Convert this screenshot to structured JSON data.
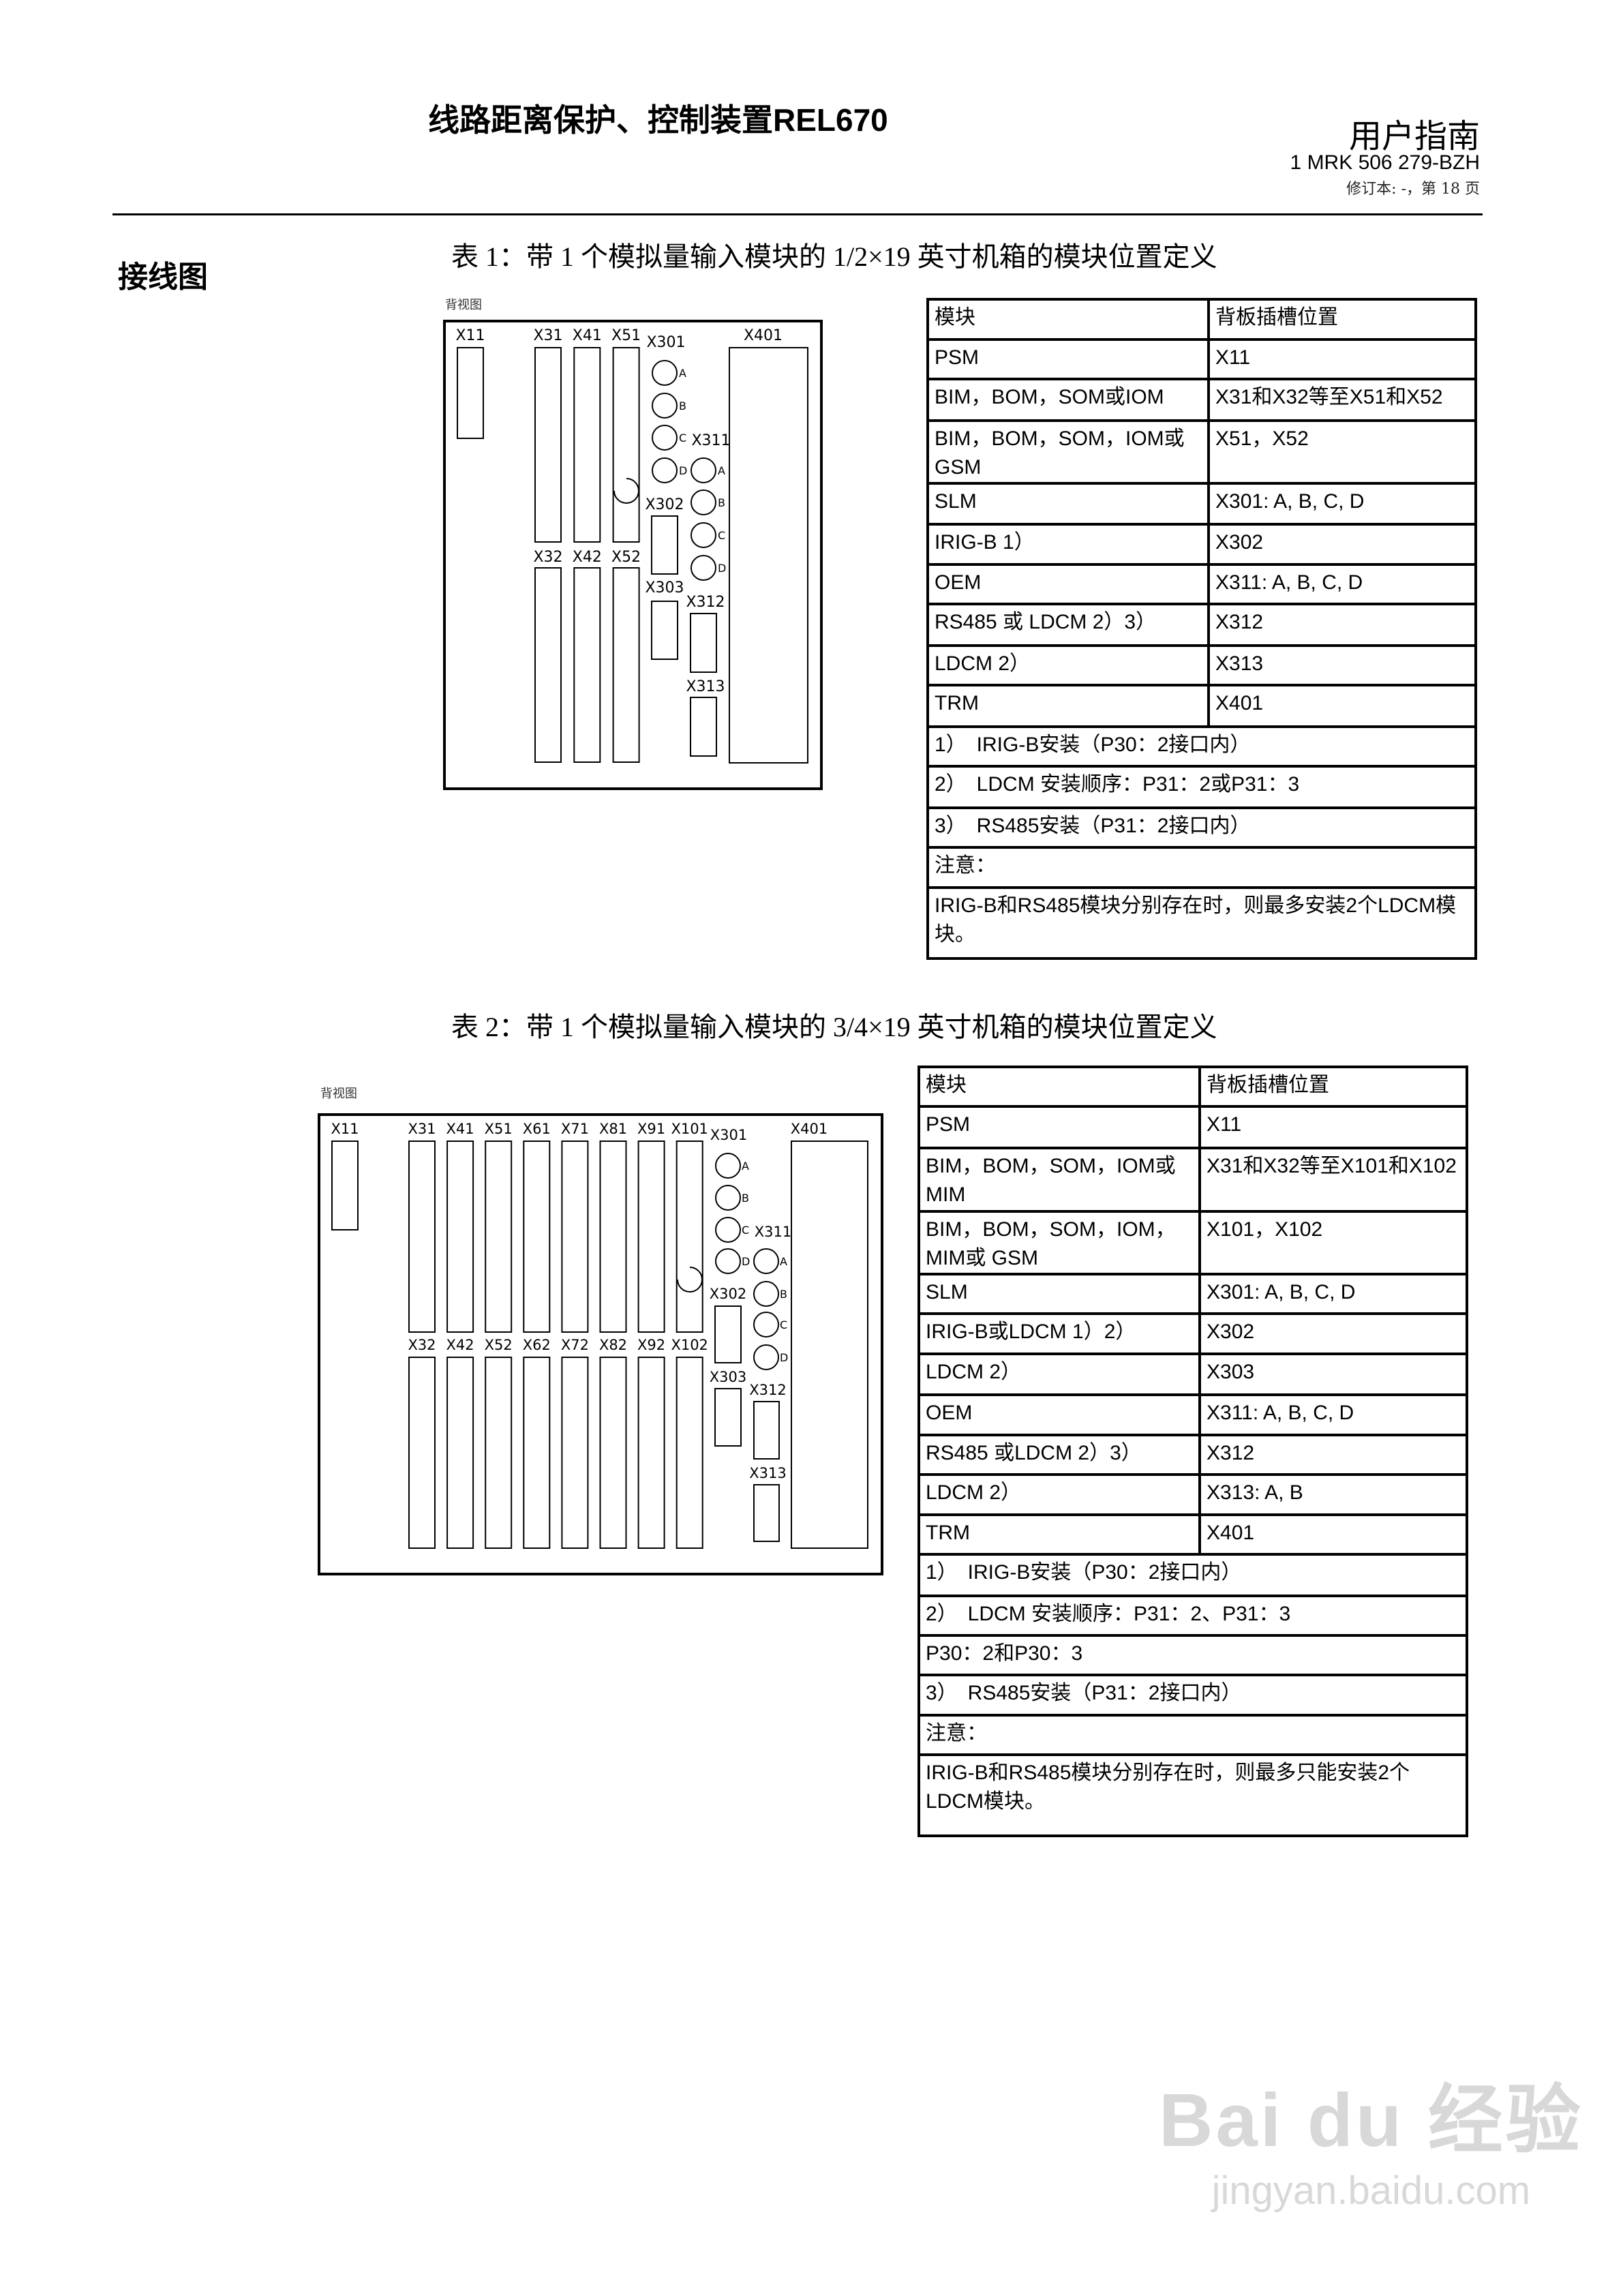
{
  "header": {
    "title": "线路距离保护、控制装置REL670",
    "doc_type": "用户指南",
    "doc_id": "1 MRK 506 279-BZH",
    "revision": "修订本: -，第 18 页"
  },
  "section_title": "接线图",
  "table1": {
    "caption": "表 1：带 1 个模拟量输入模块的 1/2×19 英寸机箱的模块位置定义",
    "view_label": "背视图",
    "headers": [
      "模块",
      "背板插槽位置"
    ],
    "rows": [
      [
        "PSM",
        "X11"
      ],
      [
        "BIM，BOM，SOM或IOM",
        "X31和X32等至X51和X52"
      ],
      [
        "BIM，BOM，SOM，IOM或GSM",
        "X51，X52"
      ],
      [
        "SLM",
        "X301: A, B, C, D"
      ],
      [
        "IRIG-B 1）",
        "X302"
      ],
      [
        "OEM",
        "X311: A, B, C, D"
      ],
      [
        "RS485 或 LDCM 2）3）",
        "X312"
      ],
      [
        "LDCM 2）",
        "X313"
      ],
      [
        "TRM",
        "X401"
      ]
    ],
    "notes": [
      "1）　IRIG-B安装（P30：2接口内）",
      "2）　LDCM 安装顺序：P31：2或P31：3",
      "3）　RS485安装（P31：2接口内）",
      "注意：",
      "IRIG-B和RS485模块分别存在时，则最多安装2个LDCM模块。"
    ]
  },
  "diagram1": {
    "slot_labels": [
      "X11",
      "X31",
      "X41",
      "X51",
      "X32",
      "X42",
      "X52",
      "X301",
      "X302",
      "X303",
      "X311",
      "X312",
      "X313",
      "X401"
    ],
    "port_letters": [
      "A",
      "B",
      "C",
      "D"
    ]
  },
  "table2": {
    "caption": "表 2：带 1 个模拟量输入模块的 3/4×19 英寸机箱的模块位置定义",
    "view_label": "背视图",
    "headers": [
      "模块",
      "背板插槽位置"
    ],
    "rows": [
      [
        "PSM",
        "X11"
      ],
      [
        "BIM，BOM，SOM，IOM或MIM",
        "X31和X32等至X101和X102"
      ],
      [
        "BIM，BOM，SOM，IOM，MIM或 GSM",
        "X101，X102"
      ],
      [
        "SLM",
        "X301: A, B, C, D"
      ],
      [
        "IRIG-B或LDCM 1）2）",
        "X302"
      ],
      [
        "LDCM 2）",
        "X303"
      ],
      [
        "OEM",
        "X311: A, B, C, D"
      ],
      [
        "RS485 或LDCM 2）3）",
        "X312"
      ],
      [
        "LDCM 2）",
        "X313: A, B"
      ],
      [
        "TRM",
        "X401"
      ]
    ],
    "notes": [
      "1）　IRIG-B安装（P30：2接口内）",
      "2）　LDCM 安装顺序：P31：2、P31：3",
      "P30：2和P30：3",
      "3）　RS485安装（P31：2接口内）",
      "注意：",
      "IRIG-B和RS485模块分别存在时，则最多只能安装2个LDCM模块。"
    ]
  },
  "diagram2": {
    "slot_labels": [
      "X11",
      "X31",
      "X41",
      "X51",
      "X61",
      "X71",
      "X81",
      "X91",
      "X101",
      "X32",
      "X42",
      "X52",
      "X62",
      "X72",
      "X82",
      "X92",
      "X102",
      "X301",
      "X302",
      "X303",
      "X311",
      "X312",
      "X313",
      "X401"
    ],
    "port_letters": [
      "A",
      "B",
      "C",
      "D"
    ]
  },
  "watermark": {
    "logo": "Bai du 经验",
    "url": "jingyan.baidu.com"
  }
}
